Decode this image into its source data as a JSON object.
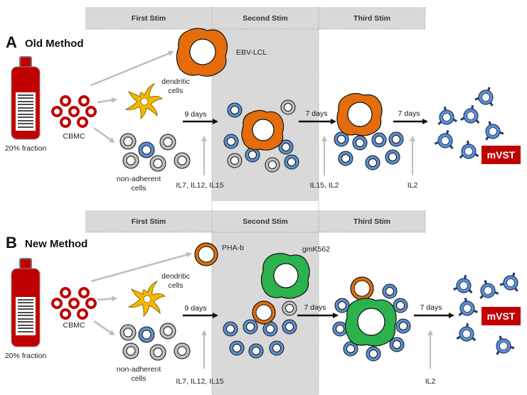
{
  "headers": {
    "first": "First Stim",
    "second": "Second Stim",
    "third": "Third Stim"
  },
  "panel_a": {
    "letter": "A",
    "title": "Old Method",
    "fraction": "20% fraction",
    "cbmc": "CBMC",
    "dendritic_line1": "dendritic",
    "dendritic_line2": "cells",
    "nonadherent_line1": "non-adherent",
    "nonadherent_line2": "cells",
    "apc_label": "EBV-LCL",
    "days1": "9 days",
    "days2": "7 days",
    "days3": "7 days",
    "cytokines1": "IL7, IL12, IL15",
    "cytokines2": "IL15, IL2",
    "cytokines3": "IL2",
    "product": "mVST"
  },
  "panel_b": {
    "letter": "B",
    "title": "New Method",
    "fraction": "20% fraction",
    "cbmc": "CBMC",
    "dendritic_line1": "dendritic",
    "dendritic_line2": "cells",
    "nonadherent_line1": "non-adherent",
    "nonadherent_line2": "cells",
    "apc_label1": "PHA-b",
    "apc_label2": "gmK562",
    "days1": "9 days",
    "days2": "7 days",
    "days3": "7 days",
    "cytokines1": "IL7, IL12, IL15",
    "cytokines3": "IL2",
    "product": "mVST"
  },
  "colors": {
    "header_band": "#d9d9d9",
    "red_cell": "#c00000",
    "gray_cell": "#bfbfbf",
    "blue_cell": "#5b8fd0",
    "orange_apc": "#e46c0a",
    "green_apc": "#2bb24c",
    "dendritic": "#f5b800",
    "mvst_box": "#c00000"
  }
}
